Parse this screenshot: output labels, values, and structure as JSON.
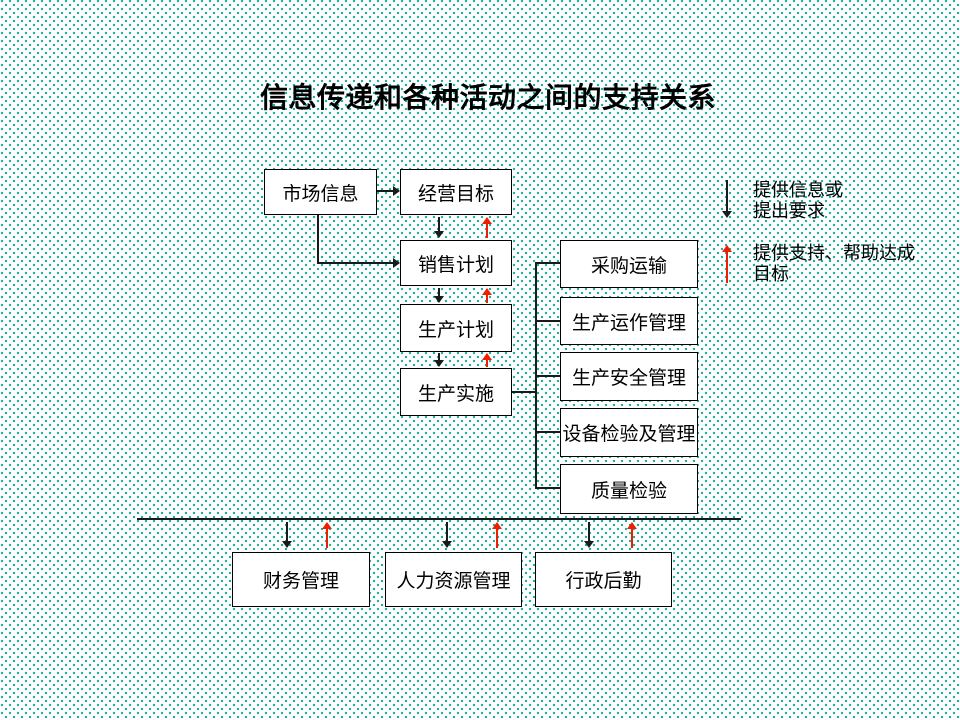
{
  "title": "信息传递和各种活动之间的支持关系",
  "colors": {
    "background": "#FFFFFF",
    "pattern_dot": "#00A699",
    "box_border": "#000000",
    "box_fill": "#FFFFFF",
    "info_arrow": "#1A1A1A",
    "support_arrow": "#F01E00"
  },
  "flow_chain": {
    "market_info": "市场信息",
    "business_goal": "经营目标",
    "sales_plan": "销售计划",
    "production_plan": "生产计划",
    "production_impl": "生产实施"
  },
  "support_activities": [
    "采购运输",
    "生产运作管理",
    "生产安全管理",
    "设备检验及管理",
    "质量检验"
  ],
  "departments": [
    "财务管理",
    "人力资源管理",
    "行政后勤"
  ],
  "legend": {
    "info_label": "提供信息或\n提出要求",
    "support_label": "提供支持、帮助达成\n目标"
  }
}
